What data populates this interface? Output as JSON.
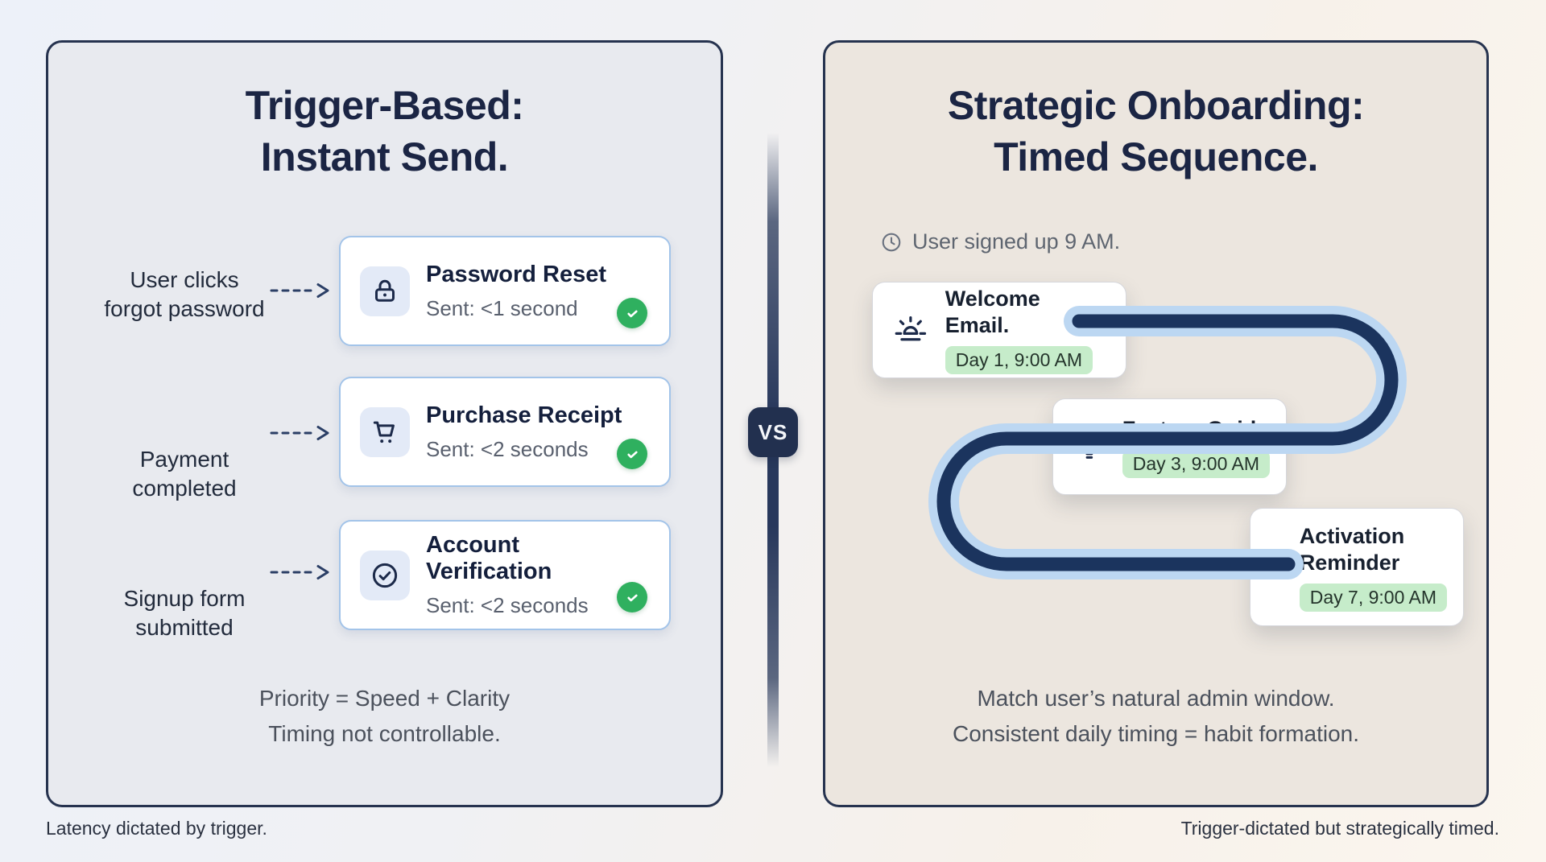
{
  "left_panel": {
    "title_line1": "Trigger-Based:",
    "title_line2": "Instant Send.",
    "rows": [
      {
        "label_line1": "User clicks",
        "label_line2": "forgot password",
        "card_title": "Password Reset",
        "card_sub": "Sent: <1 second",
        "icon": "lock-icon",
        "status_icon": "check-icon"
      },
      {
        "label_line1": "Payment",
        "label_line2": "completed",
        "card_title": "Purchase Receipt",
        "card_sub": "Sent: <2 seconds",
        "icon": "cart-icon",
        "status_icon": "check-icon"
      },
      {
        "label_line1": "Signup form",
        "label_line2": "submitted",
        "card_title": "Account Verification",
        "card_sub": "Sent: <2 seconds",
        "icon": "check-circle-icon",
        "status_icon": "check-icon"
      }
    ],
    "summary_line1": "Priority = Speed + Clarity",
    "summary_line2": "Timing not controllable.",
    "footer": "Latency dictated by trigger."
  },
  "vs_badge": "VS",
  "right_panel": {
    "title_line1": "Strategic Onboarding:",
    "title_line2": "Timed Sequence.",
    "signup_note": "User signed up 9 AM.",
    "steps": [
      {
        "title": "Welcome Email.",
        "badge": "Day 1, 9:00 AM",
        "icon": "sunrise-icon"
      },
      {
        "title": "Feature Guide",
        "badge": "Day 3, 9:00 AM",
        "icon": "lightbulb-icon"
      },
      {
        "title": "Activation Reminder",
        "badge": "Day 7, 9:00 AM",
        "icon": "bell-icon"
      }
    ],
    "summary_line1": "Match user’s natural admin window.",
    "summary_line2": "Consistent daily timing = habit formation.",
    "footer": "Trigger-dictated but strategically timed."
  },
  "colors": {
    "page_bg_left": "#edf1f9",
    "page_bg_right": "#fbf6ef",
    "panel_left_bg": "#e8eaef",
    "panel_right_bg": "#ece6df",
    "panel_border": "#26334f",
    "title_navy": "#1b2544",
    "card_border_blue": "#a3c4e9",
    "icon_tile_bg": "#e3eaf7",
    "icon_navy": "#1c2a4a",
    "muted_text": "#59606e",
    "summary_text": "#4b515c",
    "green_check": "#2fb05f",
    "badge_green_bg": "#c6ecca",
    "badge_green_text": "#24342b",
    "snake_outer_blue": "#bcd7f2",
    "snake_inner_navy": "#1b345e",
    "vs_bg": "#22304f",
    "arrow_navy": "#2b3f66"
  }
}
